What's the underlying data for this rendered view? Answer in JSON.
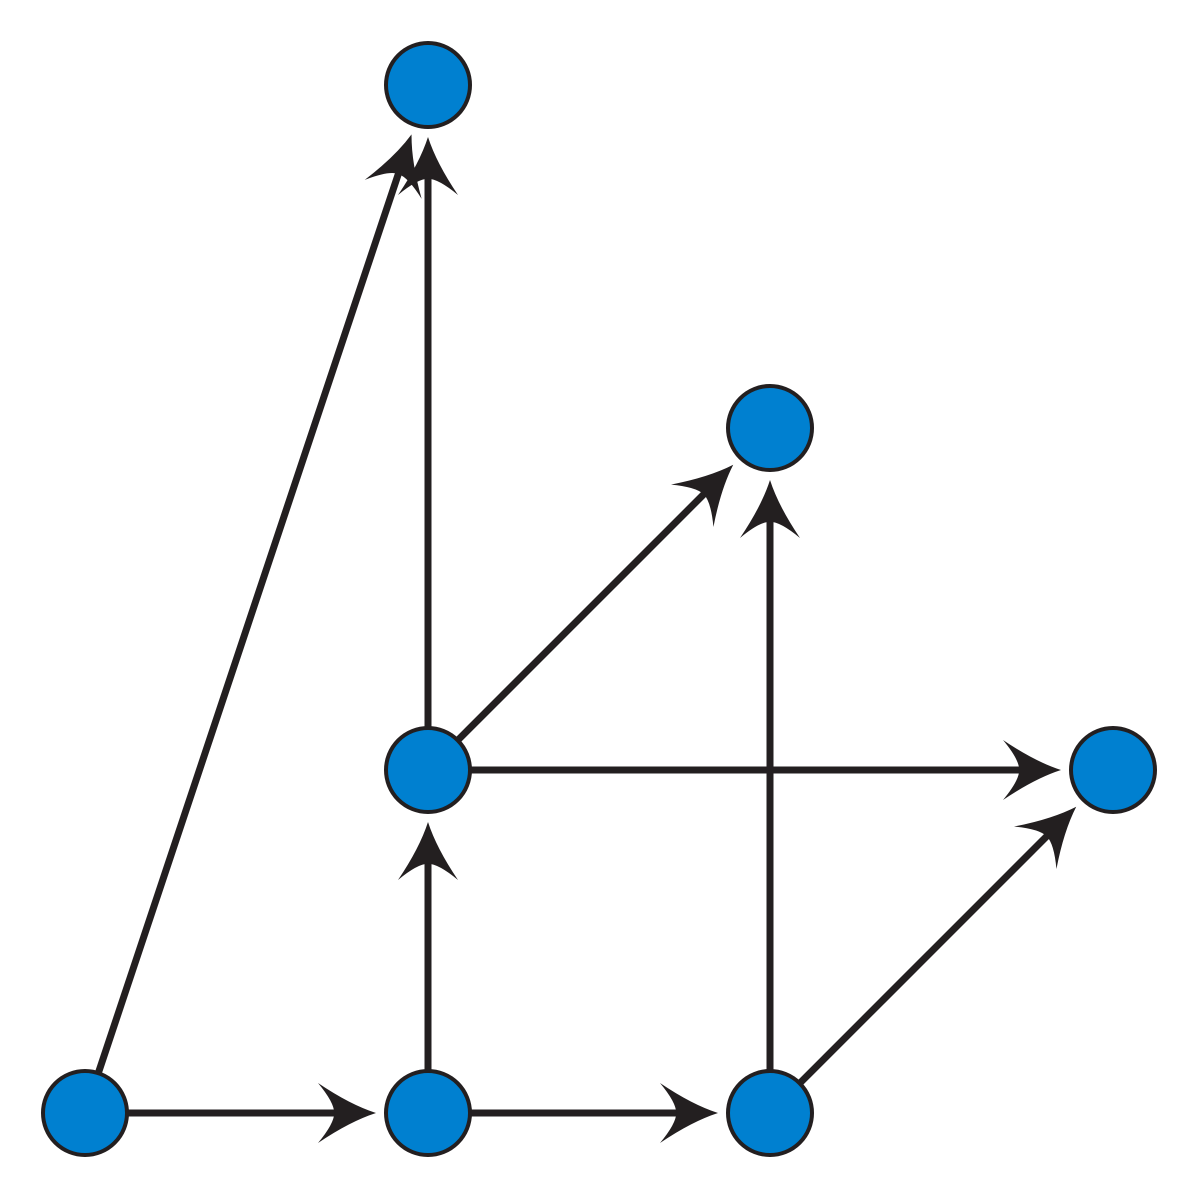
{
  "diagram": {
    "type": "directed-graph",
    "colors": {
      "node_fill": "#0080d0",
      "node_stroke": "#231f20",
      "edge": "#231f20",
      "background": "#ffffff"
    },
    "nodes": [
      {
        "id": "n1"
      },
      {
        "id": "n2"
      },
      {
        "id": "n3"
      },
      {
        "id": "n4"
      },
      {
        "id": "n5"
      },
      {
        "id": "n6"
      },
      {
        "id": "n7"
      }
    ],
    "edges": [
      {
        "from": "n1",
        "to": "n2"
      },
      {
        "from": "n2",
        "to": "n3"
      },
      {
        "from": "n1",
        "to": "n7"
      },
      {
        "from": "n2",
        "to": "n4"
      },
      {
        "from": "n3",
        "to": "n6"
      },
      {
        "from": "n3",
        "to": "n5"
      },
      {
        "from": "n4",
        "to": "n7"
      },
      {
        "from": "n4",
        "to": "n6"
      },
      {
        "from": "n4",
        "to": "n5"
      }
    ]
  }
}
